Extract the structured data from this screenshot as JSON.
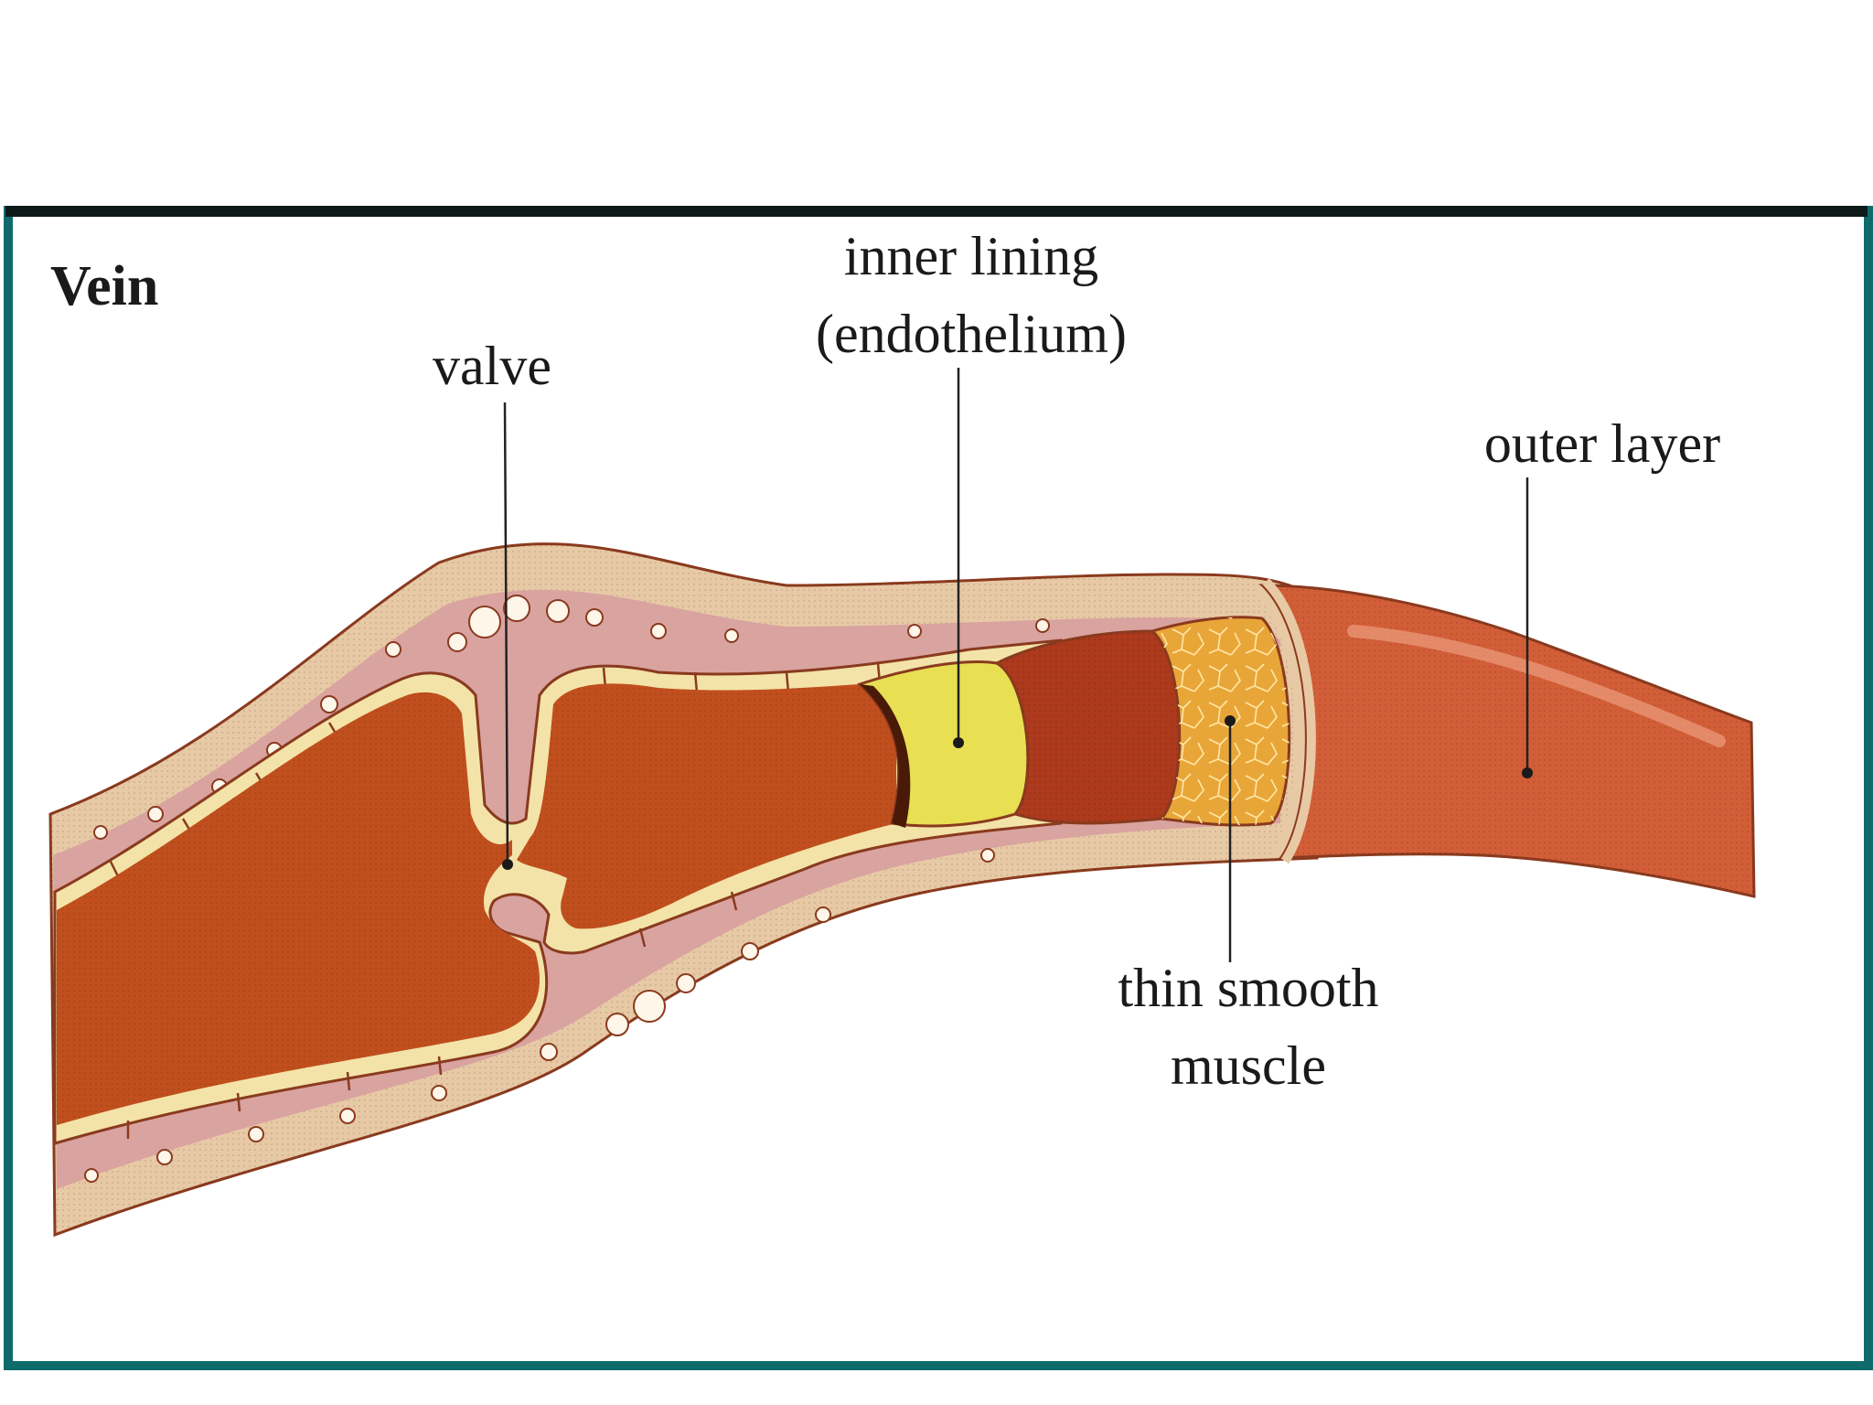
{
  "title": "Vein",
  "labels": {
    "valve": "valve",
    "inner_lining_1": "inner lining",
    "inner_lining_2": "(endothelium)",
    "outer_layer": "outer layer",
    "muscle_1": "thin smooth",
    "muscle_2": "muscle"
  },
  "colors": {
    "frame_top": "#0d1a1a",
    "frame_bottom": "#0f6b6b",
    "outer_wall": "#e8c9a5",
    "connective": "#d9a3a0",
    "endothelium": "#f3e3a8",
    "blood": "#c14f1e",
    "inner_lining_cut": "#e8df52",
    "muscle_cut": "#ad3a1d",
    "muscle_layer": "#e9a638",
    "outer_layer": "#d25e38",
    "outline": "#8a3a1e",
    "leader": "#222222"
  }
}
